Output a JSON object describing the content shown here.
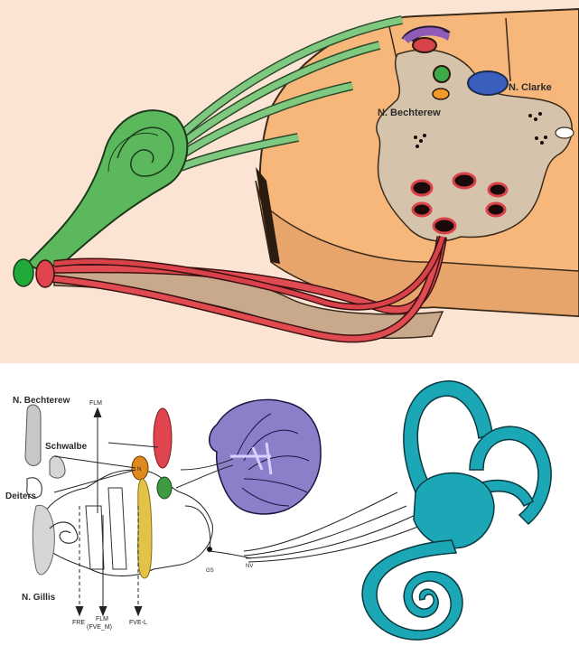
{
  "top_panel": {
    "background_color": "#fbe4d4",
    "labels": {
      "clarke": "N. Clarke",
      "bechterew": "N. Bechterew"
    },
    "colors": {
      "cord": "#f7b77b",
      "gray_matter": "#d6c3ab",
      "green_nerve": "#6fbf6f",
      "red_nerve": "#d9424a",
      "clarke_nucleus": "#3b5fbf",
      "purple_nucleus": "#8e5bb8",
      "orange_nucleus": "#f09a2a"
    }
  },
  "bottom_panel": {
    "labels": {
      "bechterew": "N. Bechterew",
      "schwalbe": "Schwalbe",
      "deiters": "Deiters",
      "gillis": "N. Gillis",
      "flm_top": "FLM",
      "fre": "FRE",
      "flm_bottom": "FLM",
      "fve_m": "(FVE_M)",
      "fve_l": "FVE-L",
      "gs": "GS",
      "nv": "NV",
      "nucleus_orange": "N"
    },
    "colors": {
      "labyrinth": "#1ba7b5",
      "cerebellum": "#8b7fc9",
      "red_nucleus": "#e0444f",
      "orange_nucleus": "#e08a1e",
      "green_nucleus": "#3f9b3f",
      "yellow_tract": "#e3c24a"
    }
  }
}
